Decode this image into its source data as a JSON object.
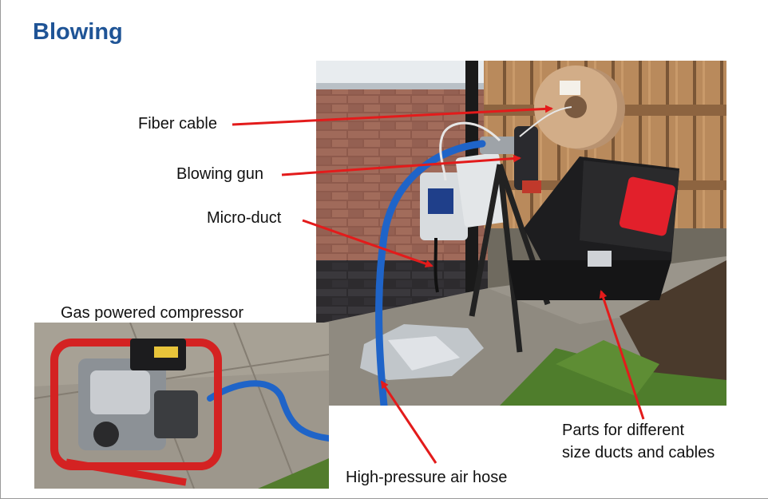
{
  "slide": {
    "title": "Blowing",
    "labels": {
      "fiber_cable": "Fiber cable",
      "blowing_gun": "Blowing gun",
      "micro_duct": "Micro-duct",
      "compressor": "Gas powered compressor",
      "parts_line1": "Parts for different",
      "parts_line2": "size ducts and cables",
      "air_hose": "High-pressure air hose"
    },
    "colors": {
      "title": "#1f5496",
      "arrow": "#e31b1b",
      "hose": "#1f64c8"
    }
  }
}
